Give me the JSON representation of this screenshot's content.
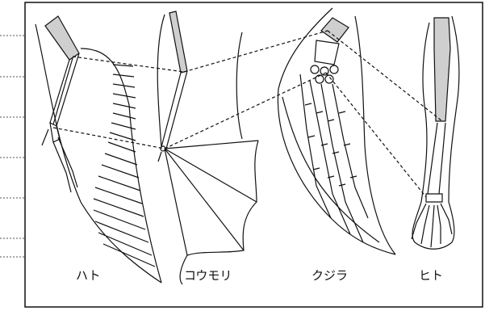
{
  "labels": {
    "pigeon": "ハト",
    "bat": "コウモリ",
    "whale": "クジラ",
    "human": "ヒト"
  }
}
